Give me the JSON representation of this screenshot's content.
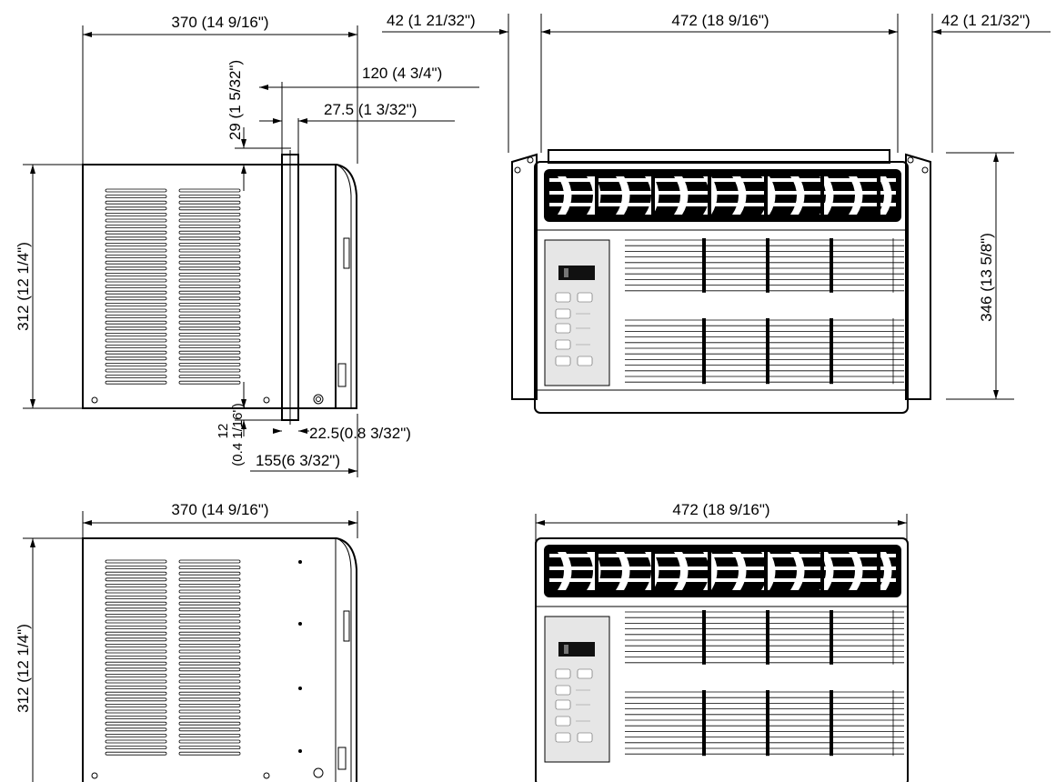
{
  "side_view_top": {
    "width_label": "370 (14 9/16\")",
    "height_label": "312 (12 1/4\")",
    "dim_120": "120 (4 3/4\")",
    "dim_27_5": "27.5 (1 3/32\")",
    "dim_29": "29 (1 5/32\")",
    "dim_12": "12",
    "dim_12_sub": "(0.4 1/16\")",
    "dim_22_5": "22.5(0.8 3/32\")",
    "dim_155": "155(6 3/32\")"
  },
  "front_view_top": {
    "left_flange": "42 (1 21/32\")",
    "width_label": "472 (18 9/16\")",
    "right_flange": "42 (1 21/32\")",
    "height_label": "346 (13 5/8\")"
  },
  "side_view_bottom": {
    "width_label": "370 (14 9/16\")",
    "height_label": "312 (12 1/4\")"
  },
  "front_view_bottom": {
    "width_label": "472 (18 9/16\")"
  }
}
